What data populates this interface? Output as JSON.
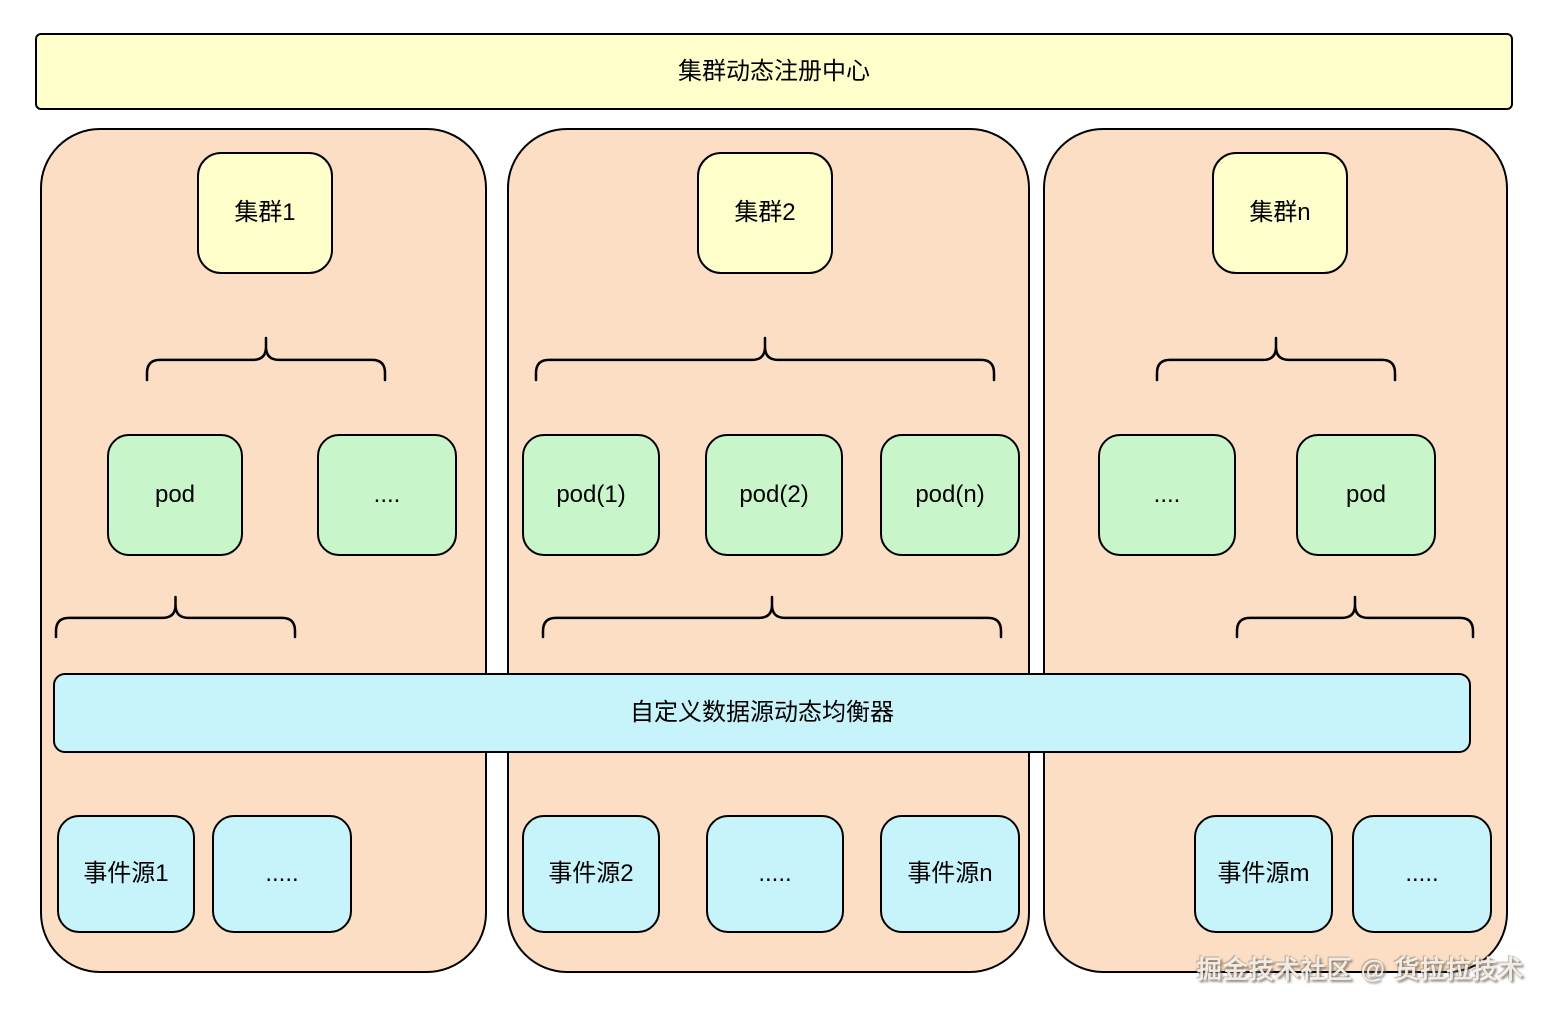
{
  "registry_banner": {
    "label": "集群动态注册中心"
  },
  "balancer_banner": {
    "label": "自定义数据源动态均衡器"
  },
  "clusters": [
    {
      "label": "集群1",
      "pods": [
        "pod",
        "...."
      ],
      "event_sources": [
        "事件源1",
        "....."
      ]
    },
    {
      "label": "集群2",
      "pods": [
        "pod(1)",
        "pod(2)",
        "pod(n)"
      ],
      "event_sources": [
        "事件源2",
        ".....",
        "事件源n"
      ]
    },
    {
      "label": "集群n",
      "pods": [
        "....",
        "pod"
      ],
      "event_sources": [
        "事件源m",
        "....."
      ]
    }
  ],
  "watermark": {
    "text": "掘金技术社区 @ 货拉拉技术"
  },
  "colors": {
    "cluster_fill": "#FBDEC4",
    "banner_fill": "#FFFFCB",
    "pod_fill": "#C8F5C9",
    "source_fill": "#C7F3FA",
    "balancer_fill": "#C7F3FA",
    "border": "#000000",
    "background": "#FFFFFF"
  }
}
